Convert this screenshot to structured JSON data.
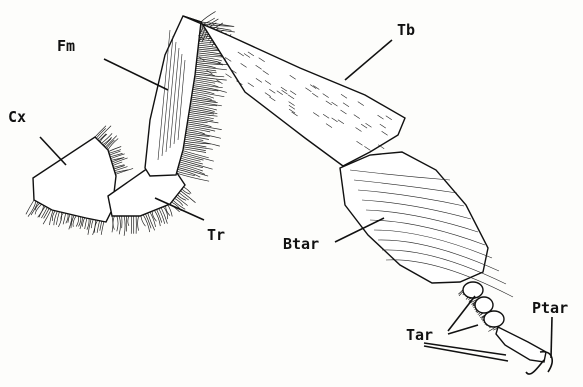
{
  "diagram": {
    "labels": {
      "coxa": "Cx",
      "femur": "Fm",
      "trochanter": "Tr",
      "tibia": "Tb",
      "basitarsus": "Btar",
      "tarsomeres": "Tar",
      "pretarsus": "Ptar"
    },
    "ink_color": "#111111",
    "paper_color": "#fdfdfb"
  }
}
